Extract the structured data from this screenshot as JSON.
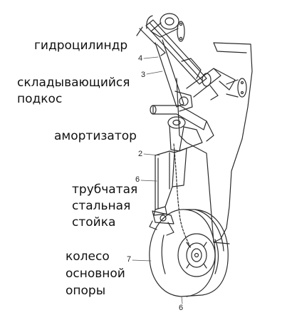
{
  "labels": {
    "hydraulic_cylinder": "гидроцилиндр",
    "folding_strut_line1": "складывающийся",
    "folding_strut_line2": "подкос",
    "shock_absorber": "амортизатор",
    "tube_strut_line1": "трубчатая",
    "tube_strut_line2": "стальная",
    "tube_strut_line3": "стойка",
    "wheel_line1": "колесо",
    "wheel_line2": "основной",
    "wheel_line3": "опоры"
  },
  "callouts": {
    "n4": "4",
    "n3": "3",
    "n2": "2",
    "n6_upper": "6",
    "n7": "7",
    "n6_lower": "6"
  },
  "colors": {
    "line": "#2b2b2b",
    "text": "#111111"
  }
}
